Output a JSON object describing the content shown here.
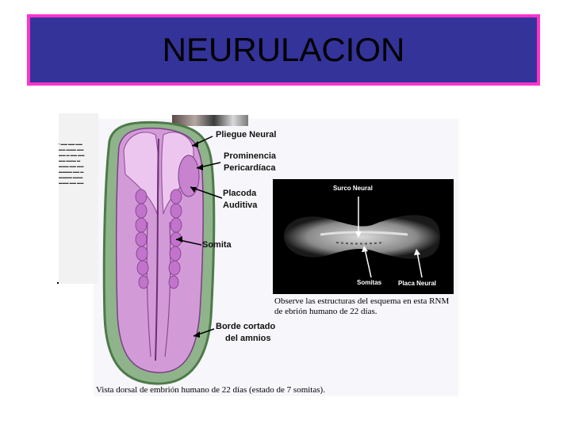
{
  "slide": {
    "title": "NEURULACION"
  },
  "colors": {
    "title_bg": "#333399",
    "title_border": "#ff33cc",
    "embryo_fill": "#c97fd1",
    "amnion_green": "#4e7a4a"
  },
  "embryo_labels": {
    "pliegue_neural": "Pliegue Neural",
    "prominencia_1": "Prominencia",
    "prominencia_2": "Pericardíaca",
    "placoda_1": "Placoda",
    "placoda_2": "Auditiva",
    "somita": "Somita",
    "borde_1": "Borde cortado",
    "borde_2": "del amnios"
  },
  "mri_labels": {
    "surco_neural": "Surco Neural",
    "somitas": "Somitas",
    "placa_neural": "Placa Neural"
  },
  "captions": {
    "mri": "Observe las estructuras del esquema en esta RNM de ebrión humano de 22 días.",
    "main": "Vista dorsal de embrión humano de 22 días (estado de 7 somitas)."
  }
}
